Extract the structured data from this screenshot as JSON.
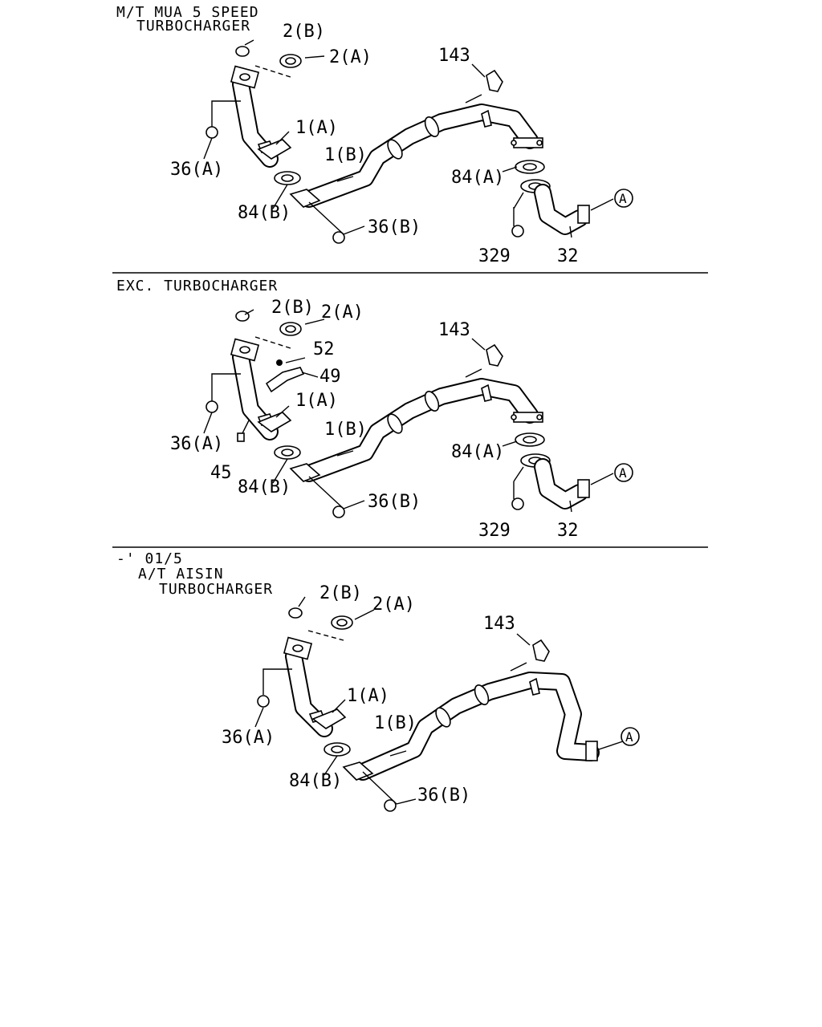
{
  "sections": [
    {
      "header_lines": [
        "M/T MUA 5 SPEED",
        "TURBOCHARGER"
      ],
      "labels": {
        "p2b": "2(B)",
        "p2a": "2(A)",
        "p143": "143",
        "p1a": "1(A)",
        "p1b": "1(B)",
        "p36a": "36(A)",
        "p84a": "84(A)",
        "p84b": "84(B)",
        "p36b": "36(B)",
        "p329": "329",
        "p32": "32",
        "refA": "A"
      }
    },
    {
      "header_lines": [
        "EXC. TURBOCHARGER"
      ],
      "labels": {
        "p2b": "2(B)",
        "p2a": "2(A)",
        "p52": "52",
        "p49": "49",
        "p143": "143",
        "p1a": "1(A)",
        "p1b": "1(B)",
        "p36a": "36(A)",
        "p45": "45",
        "p84a": "84(A)",
        "p84b": "84(B)",
        "p36b": "36(B)",
        "p329": "329",
        "p32": "32",
        "refA": "A"
      }
    },
    {
      "header_lines": [
        "-' 01/5",
        "A/T AISIN",
        "TURBOCHARGER"
      ],
      "labels": {
        "p2b": "2(B)",
        "p2a": "2(A)",
        "p143": "143",
        "p1a": "1(A)",
        "p1b": "1(B)",
        "p36a": "36(A)",
        "p84b": "84(B)",
        "p36b": "36(B)",
        "refA": "A"
      }
    }
  ]
}
